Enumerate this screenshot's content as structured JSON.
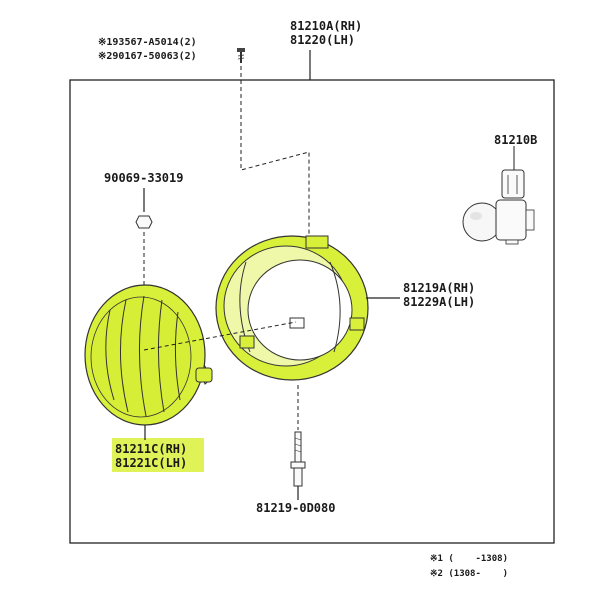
{
  "parts": {
    "housing_part_rh": "81210A(RH)",
    "housing_part_lh": "81220(LH)",
    "screw_ref_1": "※193567-A5014(2)",
    "screw_ref_2": "※290167-50063(2)",
    "bulb_part": "81210B",
    "nut_part": "90069-33019",
    "retainer_part_rh": "81219A(RH)",
    "retainer_part_lh": "81229A(LH)",
    "lens_part_rh": "81211C(RH)",
    "lens_part_lh": "81221C(LH)",
    "adjuster_part": "81219-0D080"
  },
  "footnotes": {
    "note_1": "※1 (    -1308)",
    "note_2": "※2 (1308-    )"
  },
  "colors": {
    "highlight": "#d9f03a",
    "line": "#222222",
    "background": "#ffffff"
  }
}
